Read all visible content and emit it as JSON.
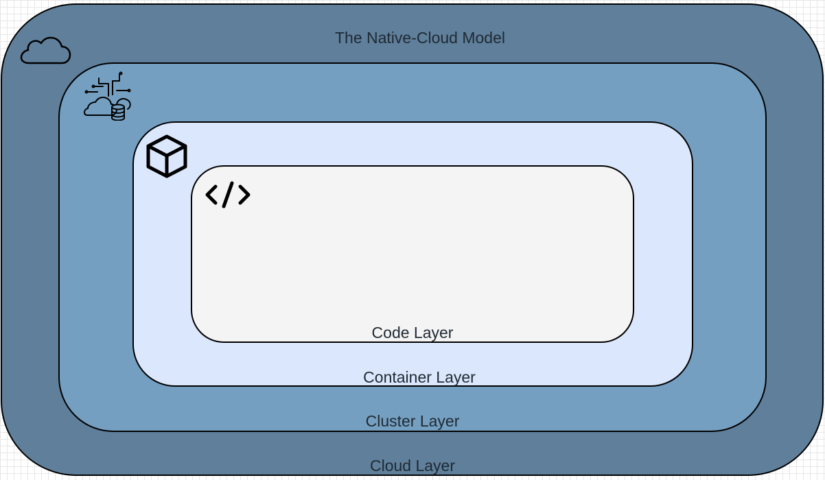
{
  "diagram": {
    "title": "The Native-Cloud Model",
    "layers": [
      {
        "id": "cloud",
        "label": "Cloud Layer",
        "color": "#5f7f9b",
        "icon": "cloud-icon"
      },
      {
        "id": "cluster",
        "label": "Cluster Layer",
        "color": "#759fc1",
        "icon": "cloud-database-network-icon"
      },
      {
        "id": "container",
        "label": "Container Layer",
        "color": "#dbe7fc",
        "icon": "cube-icon"
      },
      {
        "id": "code",
        "label": "Code Layer",
        "color": "#f4f4f4",
        "icon": "code-icon"
      }
    ],
    "border_color": "#000000"
  }
}
